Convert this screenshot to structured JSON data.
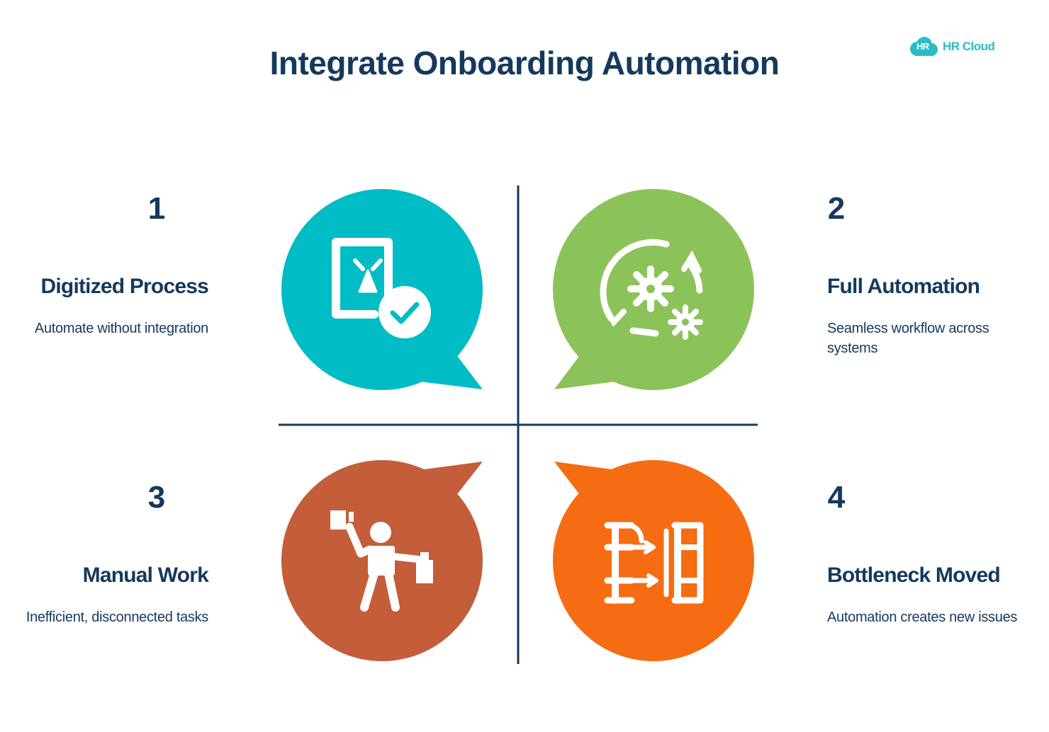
{
  "title": "Integrate Onboarding Automation",
  "logo": {
    "badge": "HR",
    "text": "HR Cloud"
  },
  "quadrants": [
    {
      "number": "1",
      "heading": "Digitized Process",
      "description": "Automate without integration",
      "color": "#00bcc4",
      "icon": "document-check-icon"
    },
    {
      "number": "2",
      "heading": "Full Automation",
      "description": "Seamless workflow across systems",
      "color": "#8cc25a",
      "icon": "gears-cycle-icon"
    },
    {
      "number": "3",
      "heading": "Manual Work",
      "description": "Inefficient, disconnected tasks",
      "color": "#c35d3a",
      "icon": "person-lifting-boxes-icon"
    },
    {
      "number": "4",
      "heading": "Bottleneck Moved",
      "description": "Automation creates new issues",
      "color": "#f56c12",
      "icon": "flow-transfer-icon"
    }
  ],
  "axis_color": "#14395c"
}
